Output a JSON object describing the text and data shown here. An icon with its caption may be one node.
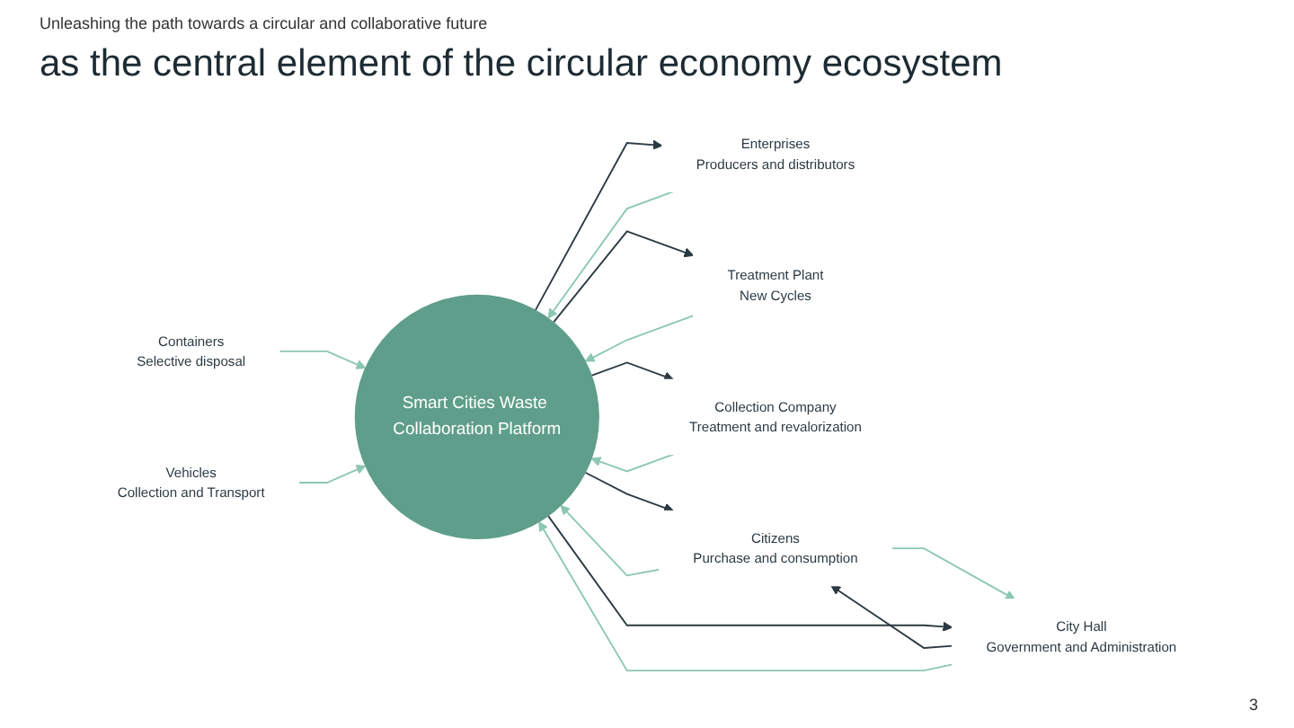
{
  "diagram": {
    "title": "as the central element of the circular economy ecosystem",
    "nodes": [
      {
        "text": [
          "Smart Cities Waste Collaboration Platform"
        ]
      },
      {
        "text": [
          "Enterprises",
          "Producers and distributors"
        ]
      },
      {
        "text": [
          "Treatment Plant",
          "New Cycles"
        ]
      },
      {
        "text": [
          "Citizens",
          "Purchase and consumption"
        ]
      },
      {
        "text": [
          "Collection Company",
          "Treatment and revalorization"
        ]
      },
      {
        "text": [
          "City Hall",
          "Government and Administration"
        ]
      },
      {
        "text": [
          "Containers",
          "Selective disposal"
        ]
      },
      {
        "text": [
          "Vehicles",
          "Collection and Transport"
        ]
      }
    ],
    "edges": [
      {
        "from": 0,
        "to": 1,
        "arrow": "to",
        "color": "#2b3a42"
      },
      {
        "from": 1,
        "to": 0,
        "arrow": "to"
      },
      {
        "from": 2,
        "to": 0,
        "arrow": "to"
      },
      {
        "from": 0,
        "to": 2,
        "arrow": "to",
        "color": "#2b3a42"
      },
      {
        "from": 3,
        "to": 0,
        "arrow": "to"
      },
      {
        "from": 0,
        "to": 3,
        "arrow": "to",
        "color": "#2b3a42"
      },
      {
        "from": 0,
        "to": 4,
        "arrow": "to",
        "color": "#2b3a42"
      },
      {
        "from": 4,
        "to": 0,
        "arrow": "to"
      },
      {
        "from": 3,
        "to": 5,
        "arrow": "to"
      },
      {
        "from": 5,
        "to": 3,
        "arrow": "to",
        "color": "#2b3a42"
      },
      {
        "from": 0,
        "to": 5,
        "arrow": "to",
        "color": "#2b3a42"
      },
      {
        "from": 5,
        "to": 0,
        "arrow": "to"
      },
      {
        "from": 6,
        "to": 0,
        "arrow": "to"
      },
      {
        "from": 7,
        "to": 0,
        "arrow": "to"
      }
    ],
    "labels": [
      "Unleashing the path towards a circular and collaborative future",
      "3"
    ]
  }
}
